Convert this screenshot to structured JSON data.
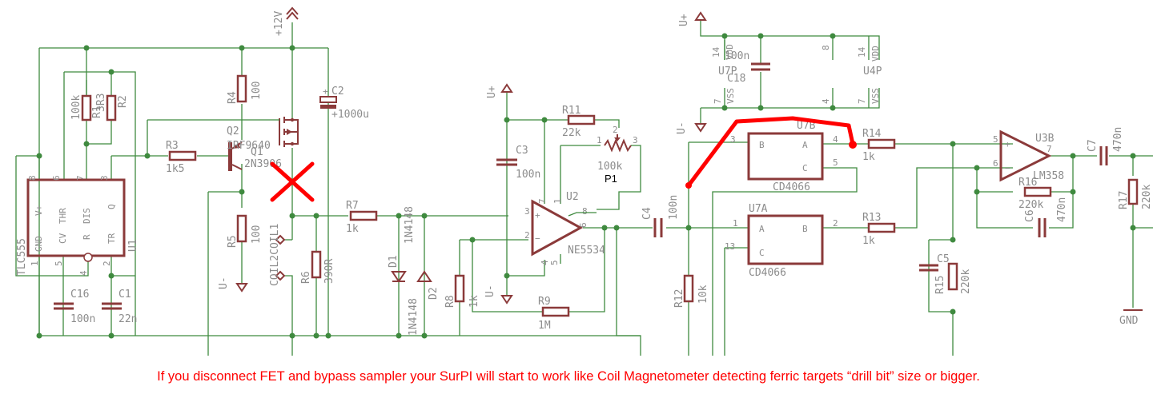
{
  "schematic": {
    "title": "SurPI pulse induction detector schematic with coil magnetometer modification",
    "power": {
      "vcc": "+12V",
      "vplus": "U+",
      "vminus": "U-",
      "gnd": "GND"
    },
    "components": {
      "u1": {
        "ref": "U1",
        "value": "TLC555",
        "pins": {
          "vplus": "V+",
          "thr": "THR",
          "dis": "DIS",
          "q": "Q",
          "gnd": "GND",
          "cv": "CV",
          "r": "R",
          "tr": "TR"
        },
        "pin_numbers": [
          "8",
          "6",
          "7",
          "3",
          "1",
          "5",
          "4",
          "2"
        ]
      },
      "r1": {
        "ref": "R1",
        "value": "100k"
      },
      "r2": {
        "ref": "R2",
        "value": "3R3"
      },
      "r3": {
        "ref": "R3",
        "value": "1k5"
      },
      "r4": {
        "ref": "R4",
        "value": "100"
      },
      "r5": {
        "ref": "R5",
        "value": "100"
      },
      "r6": {
        "ref": "R6",
        "value": "390R"
      },
      "r7": {
        "ref": "R7",
        "value": "1k"
      },
      "r8": {
        "ref": "R8",
        "value": "1k"
      },
      "r9": {
        "ref": "R9",
        "value": "1M"
      },
      "r11": {
        "ref": "R11",
        "value": "22k"
      },
      "r12": {
        "ref": "R12",
        "value": "10k"
      },
      "r13": {
        "ref": "R13",
        "value": "1k"
      },
      "r14": {
        "ref": "R14",
        "value": "1k"
      },
      "r15": {
        "ref": "R15",
        "value": "220k"
      },
      "r16": {
        "ref": "R16",
        "value": "220k"
      },
      "r17": {
        "ref": "R17",
        "value": "220k"
      },
      "p1": {
        "ref": "P1",
        "value": "100k",
        "pins": [
          "1",
          "2",
          "3"
        ]
      },
      "c1": {
        "ref": "C1",
        "value": "22n"
      },
      "c2": {
        "ref": "C2",
        "value": "+1000u"
      },
      "c3": {
        "ref": "C3",
        "value": "100n"
      },
      "c4": {
        "ref": "C4",
        "value": "100n"
      },
      "c5": {
        "ref": "C5",
        "value": ""
      },
      "c6": {
        "ref": "C6",
        "value": "470n"
      },
      "c7": {
        "ref": "C7",
        "value": "470n"
      },
      "c16": {
        "ref": "C16",
        "value": "100n"
      },
      "c18": {
        "ref": "C18",
        "value": "100n"
      },
      "q1": {
        "ref": "Q1",
        "value": "2N3906"
      },
      "q2": {
        "ref": "Q2",
        "value": "IRF9640"
      },
      "d1": {
        "ref": "D1",
        "value": "1N4148"
      },
      "d2": {
        "ref": "D2",
        "value": "1N4148"
      },
      "coil": {
        "ref": "COIL2COIL1"
      },
      "u2": {
        "ref": "U2",
        "value": "NE5534",
        "pins": [
          "3",
          "2",
          "7",
          "1",
          "8",
          "6",
          "4",
          "5"
        ]
      },
      "u3b": {
        "ref": "U3B",
        "value": "LM358",
        "pins": [
          "5",
          "6",
          "7"
        ]
      },
      "u7a": {
        "ref": "U7A",
        "value": "CD4066",
        "pin_labels": [
          "A",
          "B",
          "C"
        ],
        "pins": [
          "1",
          "2",
          "13"
        ]
      },
      "u7b": {
        "ref": "U7B",
        "value": "CD4066",
        "pin_labels": [
          "B",
          "A",
          "C"
        ],
        "pins": [
          "3",
          "4",
          "5"
        ]
      },
      "u7p": {
        "ref": "U7P",
        "vdd": "VDD",
        "vss": "VSS",
        "pins": [
          "14",
          "7"
        ]
      },
      "u4p": {
        "ref": "U4P",
        "vdd": "VDD",
        "vss": "VSS",
        "pins": [
          "14",
          "7",
          "8",
          "4"
        ]
      }
    },
    "annotations": {
      "fet_disconnected": "X mark across FET drain line",
      "sampler_bypass": "red bypass wire from C4 node to R14"
    }
  },
  "note": "If you disconnect FET and bypass sampler your SurPI will start to work like Coil Magnetometer detecting ferric targets “drill bit” size or bigger.",
  "colors": {
    "wire": "#3f8a3f",
    "part": "#8b3a3a",
    "label": "#8c8c8c",
    "annotation": "#ff0000"
  }
}
